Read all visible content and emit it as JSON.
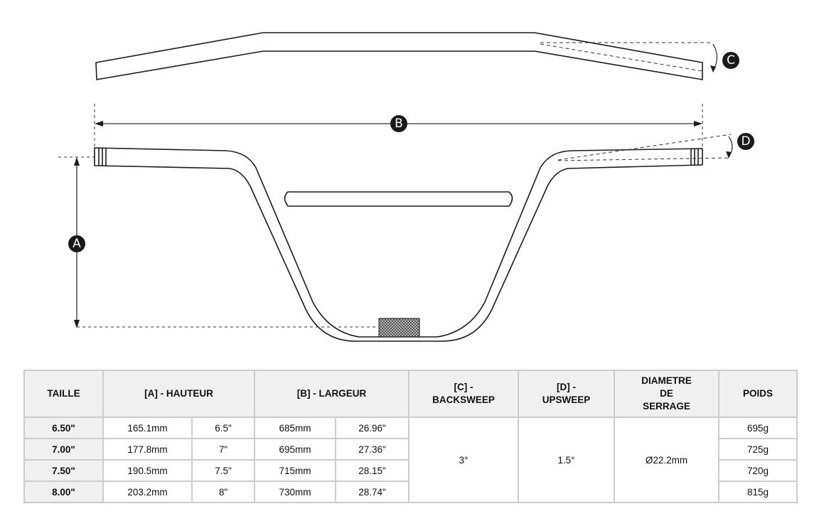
{
  "diagram": {
    "labels": {
      "a": "A",
      "b": "B",
      "c": "C",
      "d": "D"
    }
  },
  "table": {
    "headers": {
      "taille": "TAILLE",
      "hauteur": "[A] - HAUTEUR",
      "largeur": "[B] - LARGEUR",
      "backsweep_l1": "[C] -",
      "backsweep_l2": "BACKSWEEP",
      "upsweep_l1": "[D] -",
      "upsweep_l2": "UPSWEEP",
      "diametre_l1": "DIAMETRE",
      "diametre_l2": "DE",
      "diametre_l3": "SERRAGE",
      "poids": "POIDS"
    },
    "rows": [
      {
        "size": "6.50\"",
        "height_mm": "165.1mm",
        "height_in": "6.5\"",
        "width_mm": "685mm",
        "width_in": "26.96\"",
        "weight": "695g"
      },
      {
        "size": "7.00\"",
        "height_mm": "177.8mm",
        "height_in": "7\"",
        "width_mm": "695mm",
        "width_in": "27.36\"",
        "weight": "725g"
      },
      {
        "size": "7.50\"",
        "height_mm": "190.5mm",
        "height_in": "7.5\"",
        "width_mm": "715mm",
        "width_in": "28.15\"",
        "weight": "720g"
      },
      {
        "size": "8.00\"",
        "height_mm": "203.2mm",
        "height_in": "8\"",
        "width_mm": "730mm",
        "width_in": "28.74\"",
        "weight": "815g"
      }
    ],
    "shared": {
      "backsweep": "3°",
      "upsweep": "1.5°",
      "clamp": "Ø22.2mm"
    }
  }
}
